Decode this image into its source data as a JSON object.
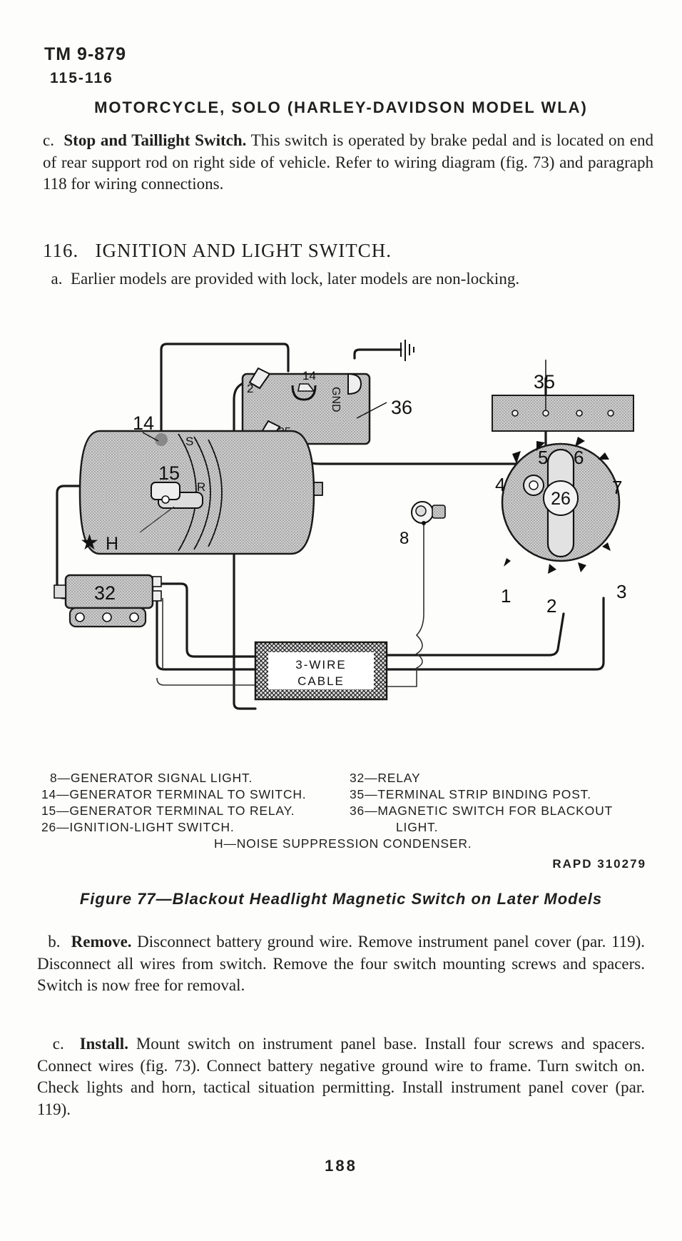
{
  "header": {
    "manual": "TM 9-879",
    "paragraphs": "115-116",
    "title": "MOTORCYCLE, SOLO (HARLEY-DAVIDSON MODEL WLA)"
  },
  "para_115c": {
    "label": "c.",
    "heading": "Stop and Taillight Switch.",
    "text": "This switch is operated by brake pedal and is located on end of rear support rod on right side of vehicle. Refer to wiring diagram (fig. 73) and paragraph 118 for wiring connections."
  },
  "section_116": {
    "number": "116.",
    "title": "IGNITION AND LIGHT SWITCH."
  },
  "para_116a": {
    "label": "a.",
    "text": "Earlier models are provided with lock, later models are non-locking."
  },
  "diagram": {
    "labels": {
      "n14": "14",
      "n14_box": "14",
      "n2_box": "2",
      "n35_box": "35",
      "gnd": "GND",
      "n36": "36",
      "n35": "35",
      "s": "S",
      "n15": "15",
      "r": "R",
      "h": "H",
      "star": "★",
      "n32": "32",
      "n8": "8",
      "n26": "26",
      "n1": "1",
      "n2": "2",
      "n3": "3",
      "n4": "4",
      "n5": "5",
      "n6": "6",
      "n7": "7",
      "cable_1": "3-WIRE",
      "cable_2": "CABLE"
    },
    "legend": {
      "i8": "8—GENERATOR SIGNAL LIGHT.",
      "i14": "14—GENERATOR TERMINAL TO SWITCH.",
      "i15": "15—GENERATOR TERMINAL TO RELAY.",
      "i26": "26—IGNITION-LIGHT SWITCH.",
      "i32": "32—RELAY",
      "i35": "35—TERMINAL STRIP BINDING POST.",
      "i36": "36—MAGNETIC SWITCH FOR BLACKOUT",
      "i36b": "LIGHT.",
      "iH": "H—NOISE SUPPRESSION CONDENSER."
    },
    "code": "RAPD 310279"
  },
  "figure_caption": "Figure 77—Blackout Headlight Magnetic Switch on Later Models",
  "para_116b": {
    "label": "b.",
    "heading": "Remove.",
    "text": "Disconnect battery ground wire. Remove instrument panel cover (par. 119). Disconnect all wires from switch. Remove the four switch mounting screws and spacers. Switch is now free for removal."
  },
  "para_116c": {
    "label": "c.",
    "heading": "Install.",
    "text": "Mount switch on instrument panel base. Install four screws and spacers. Connect wires (fig. 73). Connect battery negative ground wire to frame. Turn switch on. Check lights and horn, tactical situation permitting. Install instrument panel cover (par. 119)."
  },
  "page_number": "188"
}
